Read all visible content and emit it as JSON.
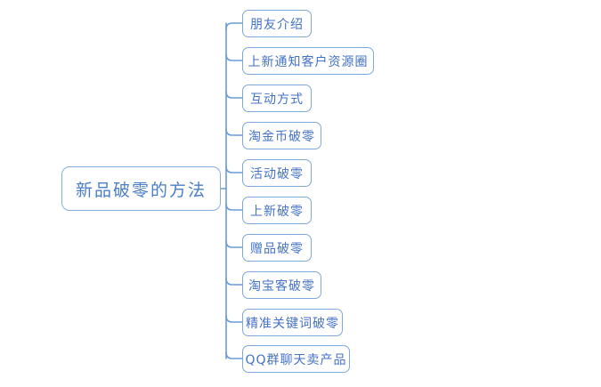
{
  "diagram": {
    "type": "mind-map",
    "title": "新品破零的方法",
    "background_color": "#ffffff",
    "node_border_color": "#7FA9DC",
    "node_text_color": "#4472C4",
    "connector_color": "#6B9BD8",
    "root": {
      "label": "新品破零的方法"
    },
    "branches": [
      {
        "label": "朋友介绍"
      },
      {
        "label": "上新通知客户资源圈"
      },
      {
        "label": "互动方式"
      },
      {
        "label": "淘金币破零"
      },
      {
        "label": "活动破零"
      },
      {
        "label": "上新破零"
      },
      {
        "label": "赠品破零"
      },
      {
        "label": "淘宝客破零"
      },
      {
        "label": "精准关键词破零"
      },
      {
        "label": "QQ群聊天卖产品"
      }
    ]
  }
}
